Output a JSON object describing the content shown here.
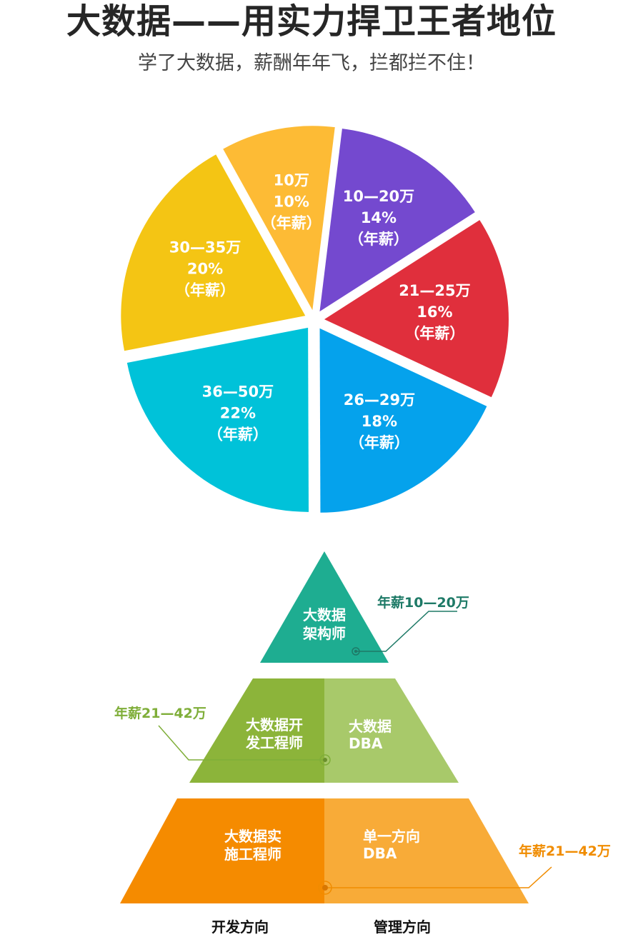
{
  "header": {
    "title": "大数据——用实力捍卫王者地位",
    "subtitle": "学了大数据，薪酬年年飞，拦都拦不住！"
  },
  "chart_data": {
    "type": "pie",
    "slices": [
      {
        "range": "10—20万",
        "percent": 14,
        "percent_label": "14%",
        "note": "（年薪）",
        "color": "#7449cf"
      },
      {
        "range": "21—25万",
        "percent": 16,
        "percent_label": "16%",
        "note": "（年薪）",
        "color": "#e02f3c"
      },
      {
        "range": "26—29万",
        "percent": 18,
        "percent_label": "18%",
        "note": "（年薪）",
        "color": "#05a2ec"
      },
      {
        "range": "36—50万",
        "percent": 22,
        "percent_label": "22%",
        "note": "（年薪）",
        "color": "#00c2d9"
      },
      {
        "range": "30—35万",
        "percent": 20,
        "percent_label": "20%",
        "note": "（年薪）",
        "color": "#f4c514"
      },
      {
        "range": "10万",
        "percent": 10,
        "percent_label": "10%",
        "note": "（年薪）",
        "color": "#fdbb35"
      }
    ]
  },
  "pyramid": {
    "top": {
      "line1": "大数据",
      "line2": "架构师",
      "salary": "年薪10—20万",
      "color": "#1ead91",
      "callout_color": "#1e7a67"
    },
    "middle_left": {
      "line1": "大数据开",
      "line2": "发工程师",
      "color": "#8cb43a"
    },
    "middle_right": {
      "line1": "大数据",
      "line2": "DBA",
      "color": "#a8c96a"
    },
    "middle_salary": "年薪21—42万",
    "middle_callout_color": "#7fae39",
    "bottom_left": {
      "line1": "大数据实",
      "line2": "施工程师",
      "color": "#f58b00"
    },
    "bottom_right": {
      "line1": "单一方向",
      "line2": "DBA",
      "color": "#f8ab38"
    },
    "bottom_salary": "年薪21—42万",
    "bottom_callout_color": "#f08c00",
    "axis_left": "开发方向",
    "axis_right": "管理方向"
  }
}
